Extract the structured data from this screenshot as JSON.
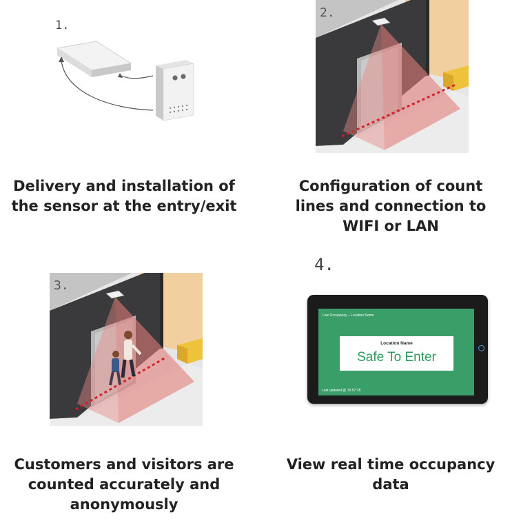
{
  "steps": [
    {
      "number": "1.",
      "caption_lines": [
        "Delivery and installation of",
        "the sensor at the entry/exit"
      ]
    },
    {
      "number": "2.",
      "caption_lines": [
        "Configuration of count",
        "lines and connection to",
        "WIFI or LAN"
      ]
    },
    {
      "number": "3.",
      "caption_lines": [
        "Customers and visitors are",
        "counted accurately and",
        "anonymously"
      ]
    },
    {
      "number": "4.",
      "caption_lines": [
        "View real time occupancy",
        "data"
      ]
    }
  ],
  "tablet": {
    "header": "Live Occupancy – Location Name",
    "location_name": "Location Name",
    "status": "Safe To Enter",
    "footer": "Last updated @ 10:57:18",
    "screen_color": "#3a9e69",
    "status_color": "#2e9a5e"
  },
  "icons": [
    "sensor-device-icon",
    "mounting-plate-icon",
    "count-line-icon"
  ]
}
